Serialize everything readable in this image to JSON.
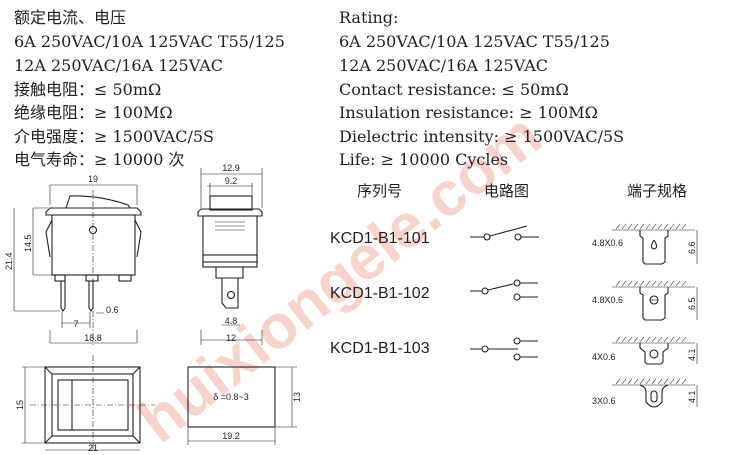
{
  "specs_cn": [
    "额定电流、电压",
    "6A 250VAC/10A 125VAC T55/125",
    "12A 250VAC/16A 125VAC",
    "接触电阻：≤ 50mΩ",
    "绝缘电阻：≥ 100MΩ",
    "介电强度：≥ 1500VAC/5S",
    "电气寿命：≥ 10000 次"
  ],
  "specs_en": [
    "Rating:",
    "6A 250VAC/10A 125VAC T55/125",
    "12A 250VAC/16A 125VAC",
    "Contact resistance: ≤ 50mΩ",
    "Insulation resistance: ≥ 100MΩ",
    "Dielectric intensity: ≥ 1500VAC/5S",
    "Life: ≥ 10000 Cycles"
  ],
  "table_headers": {
    "serial": "序列号",
    "circuit": "电路图",
    "terminal": "端子规格"
  },
  "models": [
    "KCD1-B1-101",
    "KCD1-B1-102",
    "KCD1-B1-103"
  ],
  "terminals": [
    {
      "size": "4.8X0.6",
      "height": "6.6"
    },
    {
      "size": "4.8X0.6",
      "height": "6.5"
    },
    {
      "size": "4X0.6",
      "height": "4.1"
    },
    {
      "size": "3X0.6",
      "height": "4.1"
    }
  ],
  "dims": {
    "front_width": "19",
    "body_height": "14.5",
    "total_height": "21.4",
    "pin_thickness": "0.6",
    "pin_spacing": "7",
    "base_width": "18.8",
    "side_top": "12.9",
    "side_inner": "9.2",
    "side_tab": "4.8",
    "side_base": "12",
    "panel_h": "15",
    "panel_w": "21",
    "cutout_thickness": "δ =0.8~3",
    "cutout_h": "13",
    "cutout_w": "19.2"
  },
  "watermark": "huixiongele.com",
  "colors": {
    "ink": "#231f20",
    "watermark": "#f7c9c0"
  }
}
